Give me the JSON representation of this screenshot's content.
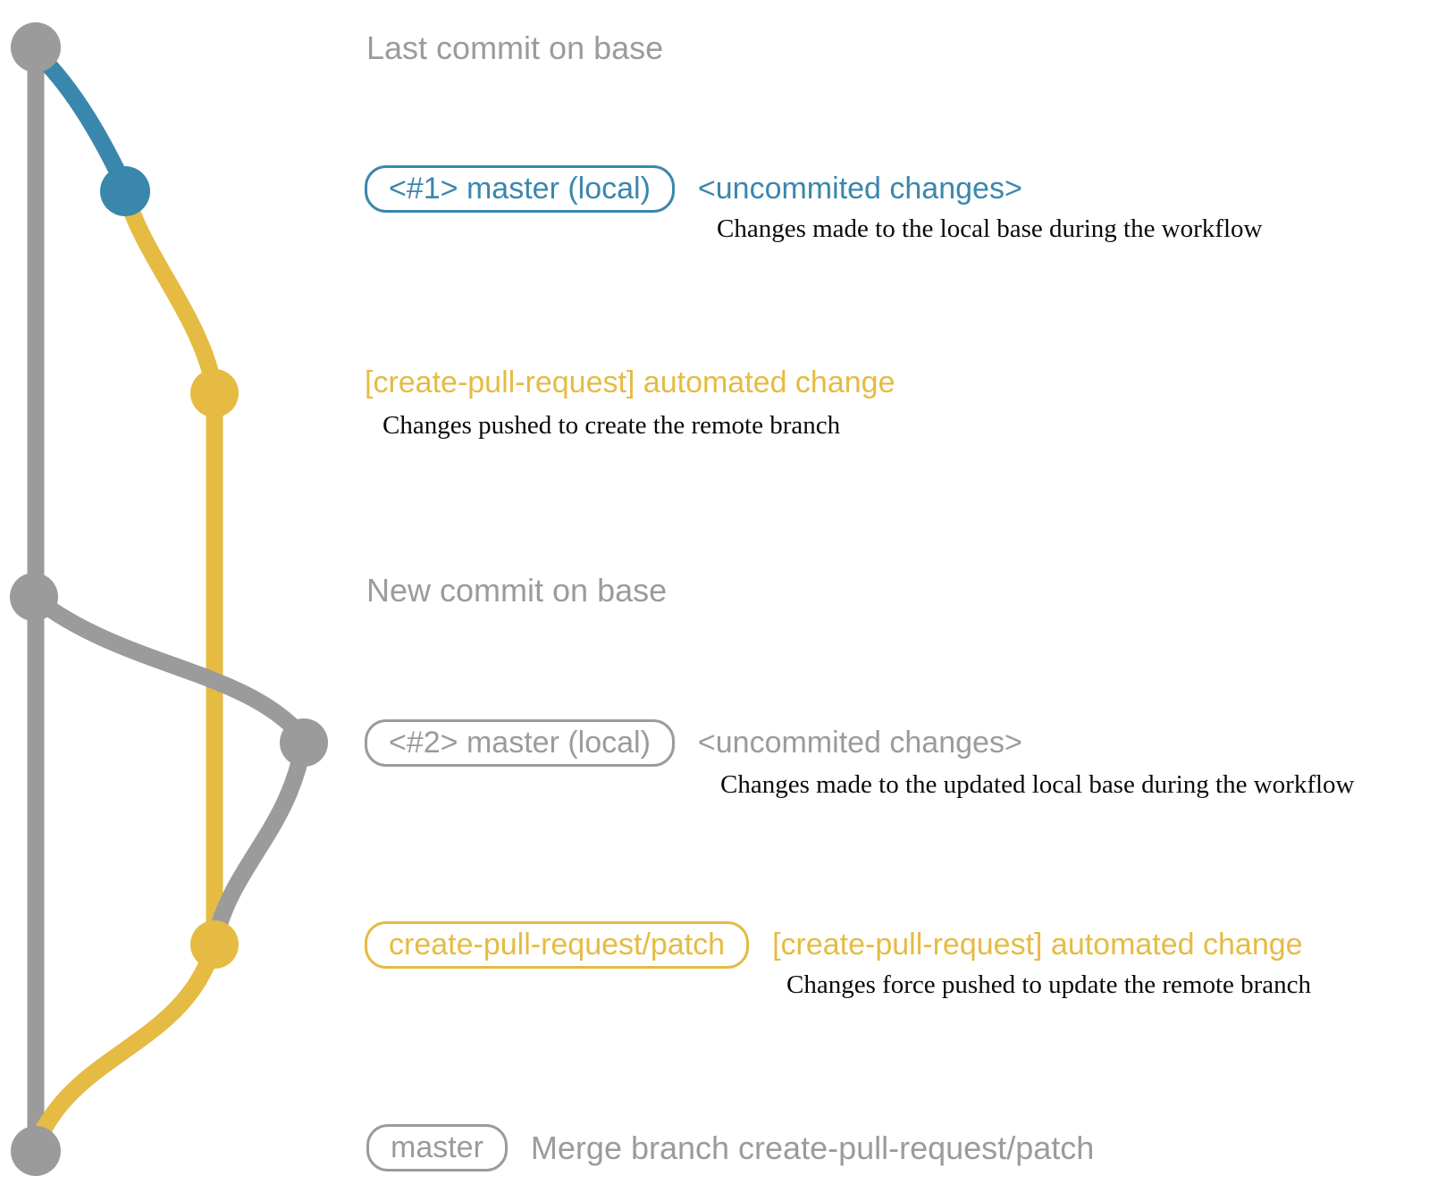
{
  "colors": {
    "blue": "#3a87ad",
    "yellow": "#e5bb43",
    "gray": "#9b9b9b",
    "ink": "#0a0a0a",
    "bg": "#ffffff"
  },
  "diagram": {
    "rows": [
      {
        "label": "Last commit on base"
      },
      {
        "box": "<#1> master (local)",
        "annotation": "<uncommited changes>",
        "description": "Changes made to the local base during the workflow"
      },
      {
        "annotation": "[create-pull-request] automated change",
        "description": "Changes pushed to create the remote branch"
      },
      {
        "label": "New commit on base"
      },
      {
        "box": "<#2> master (local)",
        "annotation": "<uncommited changes>",
        "description": "Changes made to the updated local base during the workflow"
      },
      {
        "box": "create-pull-request/patch",
        "annotation": "[create-pull-request] automated change",
        "description": "Changes force pushed to update the remote branch"
      },
      {
        "box": "master",
        "label": "Merge branch create-pull-request/patch"
      }
    ]
  }
}
